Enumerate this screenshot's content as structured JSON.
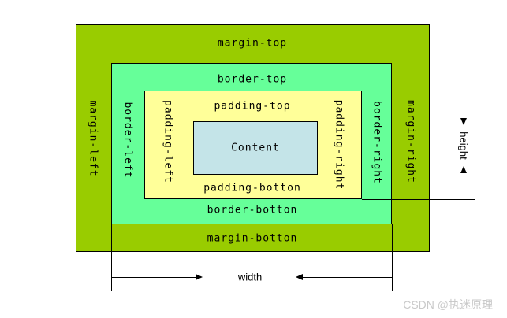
{
  "diagram": {
    "margin": {
      "top": "margin-top",
      "left": "margin-left",
      "right": "margin-right",
      "bottom": "margin-botton",
      "color": "#99cc00"
    },
    "border": {
      "top": "border-top",
      "left": "border-left",
      "right": "border-right",
      "bottom": "border-botton",
      "color": "#66ff99"
    },
    "padding": {
      "top": "padding-top",
      "left": "padding-left",
      "right": "padding-right",
      "bottom": "padding-botton",
      "color": "#ffff99"
    },
    "content": {
      "label": "Content",
      "color": "#c4e4e8"
    },
    "dimensions": {
      "width": "width",
      "height": "height"
    }
  },
  "watermark": {
    "text": "CSDN @执迷原理",
    "color": "#c9c9c9"
  }
}
